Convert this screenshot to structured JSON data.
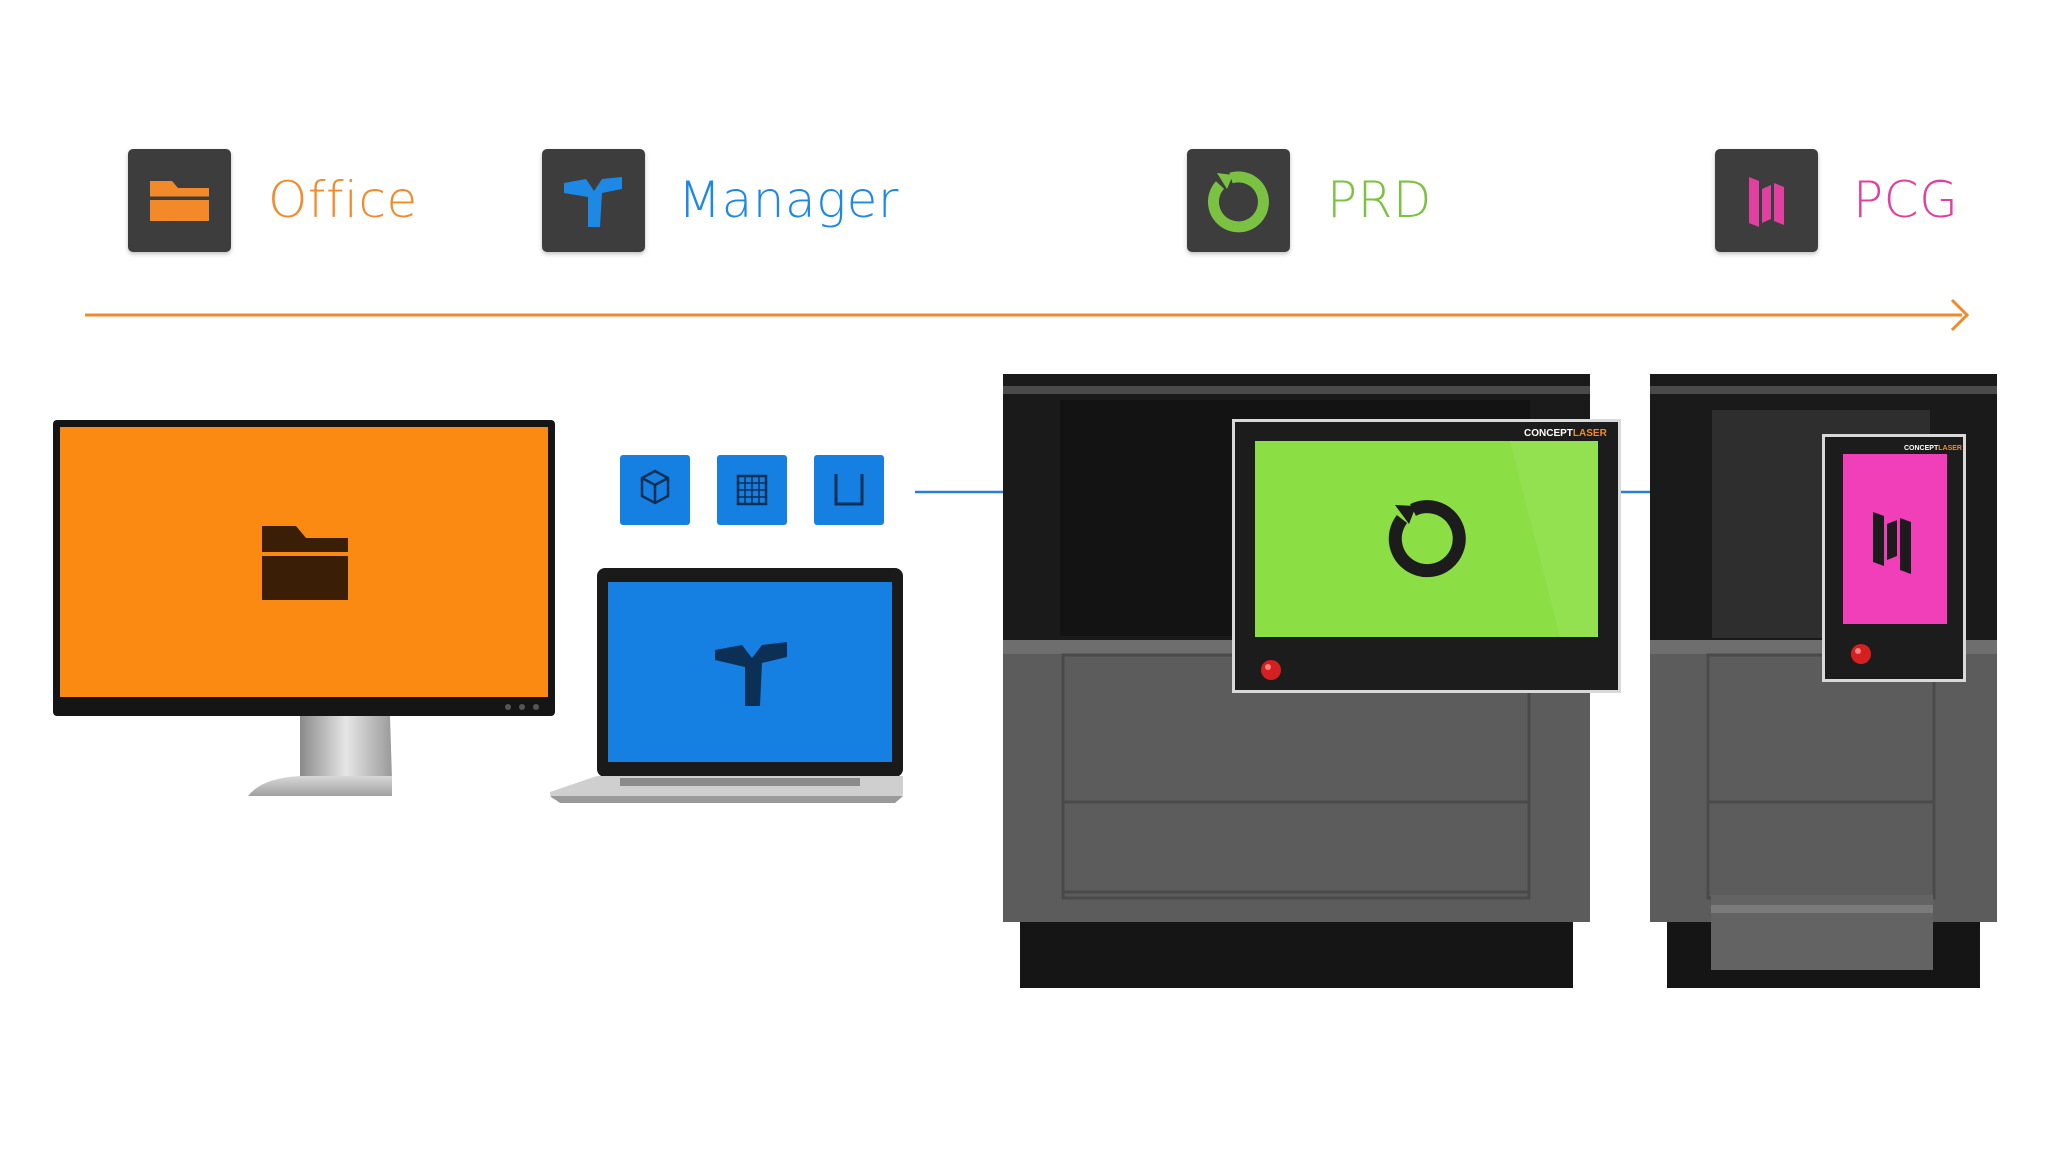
{
  "apps": [
    {
      "label": "Office",
      "icon": "folder-icon",
      "color": "#f28a2a"
    },
    {
      "label": "Manager",
      "icon": "manager-y-icon",
      "color": "#1e88e5"
    },
    {
      "label": "PRD",
      "icon": "ring-icon",
      "color": "#7cc242"
    },
    {
      "label": "PCG",
      "icon": "pcg-icon",
      "color": "#e040a0"
    }
  ],
  "colors": {
    "timeline": "#f28a2a",
    "flow": "#2a7fd4",
    "office_screen": "#fb8a12",
    "manager_screen": "#1580e2",
    "prd_screen": "#8bde43",
    "pcg_screen": "#f03fb8",
    "tile_bg": "#3d3d3d"
  },
  "tool_icons": [
    "cube-icon",
    "grid-icon",
    "tray-icon"
  ],
  "machine_brand": {
    "part1": "CONCEPT",
    "part2": "LASER"
  }
}
